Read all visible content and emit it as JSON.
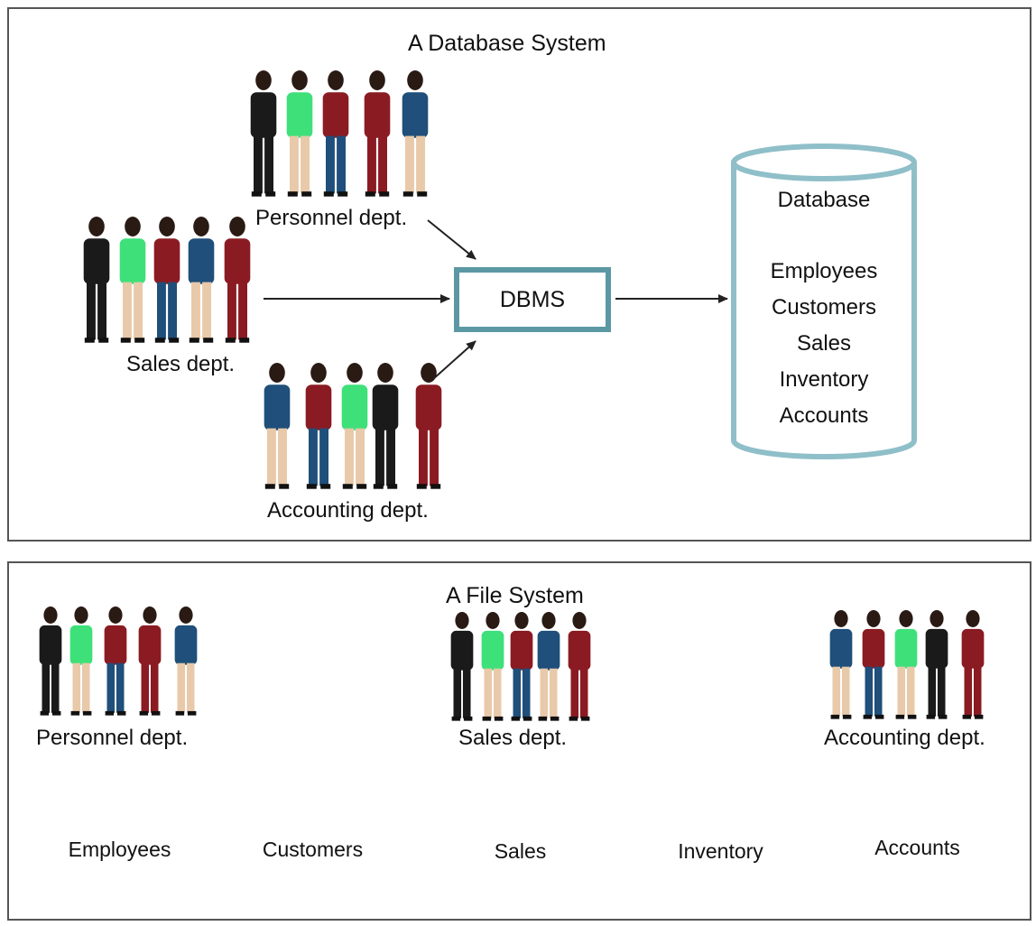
{
  "database_system": {
    "title": "A Database System",
    "groups": {
      "personnel": "Personnel dept.",
      "sales": "Sales dept.",
      "accounting": "Accounting dept."
    },
    "dbms_label": "DBMS",
    "database": {
      "title": "Database",
      "items": [
        "Employees",
        "Customers",
        "Sales",
        "Inventory",
        "Accounts"
      ]
    }
  },
  "file_system": {
    "title": "A File System",
    "groups": {
      "personnel": "Personnel dept.",
      "sales": "Sales dept.",
      "accounting": "Accounting dept."
    },
    "files": [
      "Employees",
      "Customers",
      "Sales",
      "Inventory",
      "Accounts"
    ]
  },
  "colors": {
    "cylinder_stroke": "#8fbfc9",
    "dbms_stroke": "#5c98a4",
    "arrow": "#222222",
    "figure_black": "#1a1a1a",
    "figure_green": "#3ee07a",
    "figure_red": "#8b1b22",
    "figure_blue": "#1f4f7a",
    "figure_pants": "#e8c9a9"
  }
}
